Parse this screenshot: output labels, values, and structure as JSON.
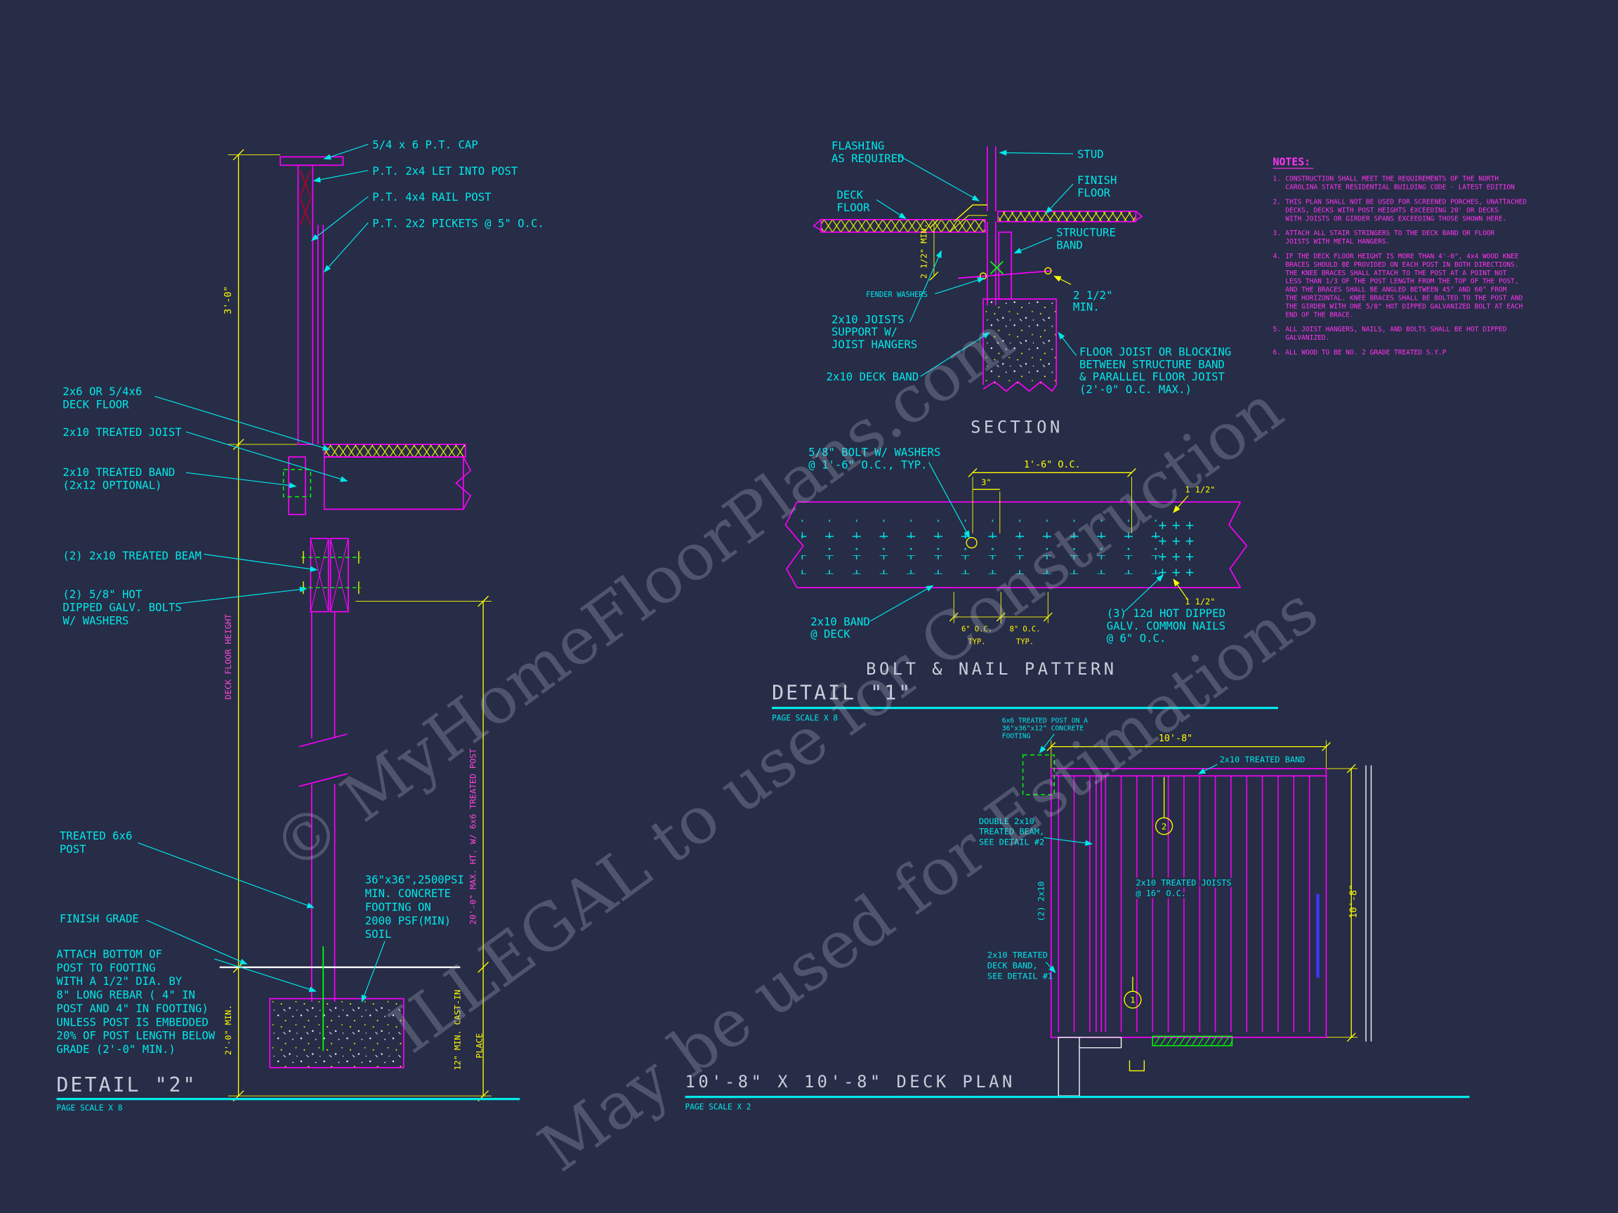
{
  "colors": {
    "background": "#272c47",
    "cyan": "#00e8e8",
    "magenta": "#ff00ff",
    "yellow": "#ffff00",
    "green": "#00ff00",
    "white": "#ffffff",
    "title_gray": "#c9cdd9",
    "blue": "#3b3bff"
  },
  "watermark": {
    "line1": "© MyHomeFloorPlans.com",
    "line2": "ILLEGAL to use for Construction",
    "line3": "May be used for Estimations"
  },
  "detail2": {
    "title": "DETAIL \"2\"",
    "page_scale": "PAGE SCALE X 8",
    "labels": {
      "cap": "5/4 x 6 P.T. CAP",
      "let_in": "P.T. 2x4 LET INTO POST",
      "rail_post": "P.T. 4x4 RAIL POST",
      "pickets": "P.T. 2x2 PICKETS @ 5\" O.C.",
      "deck_floor": [
        "2x6 OR 5/4x6",
        "DECK FLOOR"
      ],
      "joist": "2x10 TREATED JOIST",
      "band": [
        "2x10 TREATED BAND",
        "(2x12 OPTIONAL)"
      ],
      "beam": "(2) 2x10 TREATED BEAM",
      "bolts": [
        "(2) 5/8\" HOT",
        "DIPPED GALV. BOLTS",
        "W/ WASHERS"
      ],
      "post": [
        "TREATED 6x6",
        "POST"
      ],
      "footing": [
        "36\"x36\",2500PSI",
        "MIN. CONCRETE",
        "FOOTING ON",
        "2000 PSF(MIN)",
        "SOIL"
      ],
      "finish_grade": "FINISH GRADE",
      "attach": [
        "ATTACH BOTTOM OF",
        "POST TO FOOTING",
        "WITH A 1/2\" DIA. BY",
        "8\" LONG REBAR ( 4\" IN",
        "POST AND 4\" IN FOOTING)",
        "UNLESS POST IS EMBEDDED",
        "20% OF POST LENGTH BELOW",
        "GRADE (2'-0\" MIN.)"
      ]
    },
    "dims": {
      "rail_height": "3'-0\"",
      "deck_floor_height": "DECK FLOOR HEIGHT",
      "max_post": "20'-0\" MAX. HT. W/ 6x6 TREATED POST",
      "cast_in": "12\" MIN. CAST-IN",
      "place": "PLACE",
      "embed": "2'-0\" MIN."
    }
  },
  "section": {
    "title": "SECTION",
    "labels": {
      "flashing": [
        "FLASHING",
        "AS REQUIRED"
      ],
      "stud": "STUD",
      "finish_floor": [
        "FINISH",
        "FLOOR"
      ],
      "deck_floor": [
        "DECK",
        "FLOOR"
      ],
      "structure_band": [
        "STRUCTURE",
        "BAND"
      ],
      "fender_washers": "FENDER WASHERS",
      "joists": [
        "2x10 JOISTS",
        "SUPPORT W/",
        "JOIST HANGERS"
      ],
      "deck_band": "2x10 DECK BAND",
      "floor_joist": [
        "FLOOR JOIST OR BLOCKING",
        "BETWEEN STRUCTURE BAND",
        "& PARALLEL FLOOR JOIST",
        "(2'-0\" O.C. MAX.)"
      ],
      "min_left": "2 1/2\" MIN.",
      "min_right": [
        "2 1/2\"",
        "MIN."
      ]
    }
  },
  "notes": {
    "heading": "NOTES:",
    "items": [
      {
        "num": "1.",
        "lines": [
          "CONSTRUCTION SHALL MEET THE REQUIREMENTS OF THE NORTH",
          "CAROLINA STATE RESIDENTIAL BUILDING CODE - LATEST EDITION"
        ]
      },
      {
        "num": "2.",
        "lines": [
          "THIS PLAN SHALL NOT BE USED FOR SCREENED PORCHES, UNATTACHED",
          "DECKS, DECKS WITH POST HEIGHTS EXCEEDING 20' OR DECKS",
          "WITH JOISTS OR GIRDER SPANS EXCEEDING THOSE SHOWN HERE."
        ]
      },
      {
        "num": "3.",
        "lines": [
          "ATTACH ALL STAIR STRINGERS TO THE DECK BAND OR FLOOR",
          "JOISTS WITH METAL HANGERS."
        ]
      },
      {
        "num": "4.",
        "lines": [
          "IF THE DECK FLOOR HEIGHT IS MORE THAN 4'-0\", 4x4 WOOD KNEE",
          "BRACES SHOULD BE PROVIDED ON EACH POST IN BOTH DIRECTIONS.",
          "THE KNEE BRACES SHALL ATTACH TO THE POST AT A POINT NOT",
          "LESS THAN 1/3 OF THE POST LENGTH FROM THE TOP OF THE POST,",
          "AND THE BRACES SHALL BE ANGLED BETWEEN 45° AND 60° FROM",
          "THE HORIZONTAL.  KNEE BRACES SHALL BE BOLTED TO THE POST AND",
          "THE GIRDER WITH ONE 5/8\" HOT DIPPED GALVANIZED BOLT AT EACH",
          "END OF THE BRACE."
        ]
      },
      {
        "num": "5.",
        "lines": [
          "ALL JOIST HANGERS, NAILS, AND BOLTS SHALL BE HOT DIPPED",
          "GALVANIZED."
        ]
      },
      {
        "num": "6.",
        "lines": [
          "ALL WOOD TO BE NO. 2 GRADE TREATED S.Y.P"
        ]
      }
    ]
  },
  "bolt_pattern": {
    "title": "BOLT & NAIL PATTERN",
    "detail_title": "DETAIL \"1\"",
    "page_scale": "PAGE SCALE X 8",
    "labels": {
      "bolt": [
        "5/8\" BOLT W/ WASHERS",
        "@ 1'-6\" O.C., TYP."
      ],
      "band": [
        "2x10 BAND",
        "@ DECK"
      ],
      "nails": [
        "(3) 12d HOT DIPPED",
        "GALV. COMMON NAILS",
        "@ 6\" O.C."
      ]
    },
    "dims": {
      "oc": "1'-6\" O.C.",
      "three": "3\"",
      "half_top": "1 1/2\"",
      "half_bottom": "1 1/2\"",
      "six_oc": "6\" O.C.",
      "eight_oc": "8\" O.C.",
      "typ1": "TYP.",
      "typ2": "TYP."
    }
  },
  "deck_plan": {
    "title": "10'-8\" X 10'-8\" DECK PLAN",
    "page_scale": "PAGE SCALE X 2",
    "labels": {
      "post": [
        "6x6 TREATED POST ON A",
        "36\"x36\"x12\" CONCRETE",
        "FOOTING"
      ],
      "band_top": "2x10 TREATED BAND",
      "beam": [
        "DOUBLE 2x10",
        "TREATED BEAM,",
        "SEE DETAIL #2"
      ],
      "two_2x10": "(2) 2x10",
      "joists": [
        "2x10 TREATED JOISTS",
        "@ 16\" O.C."
      ],
      "deck_band": [
        "2x10 TREATED",
        "DECK BAND,",
        "SEE DETAIL #1"
      ],
      "marker2": "2",
      "marker1": "1"
    },
    "dims": {
      "width": "10'-8\"",
      "height": "10'-8\""
    }
  }
}
